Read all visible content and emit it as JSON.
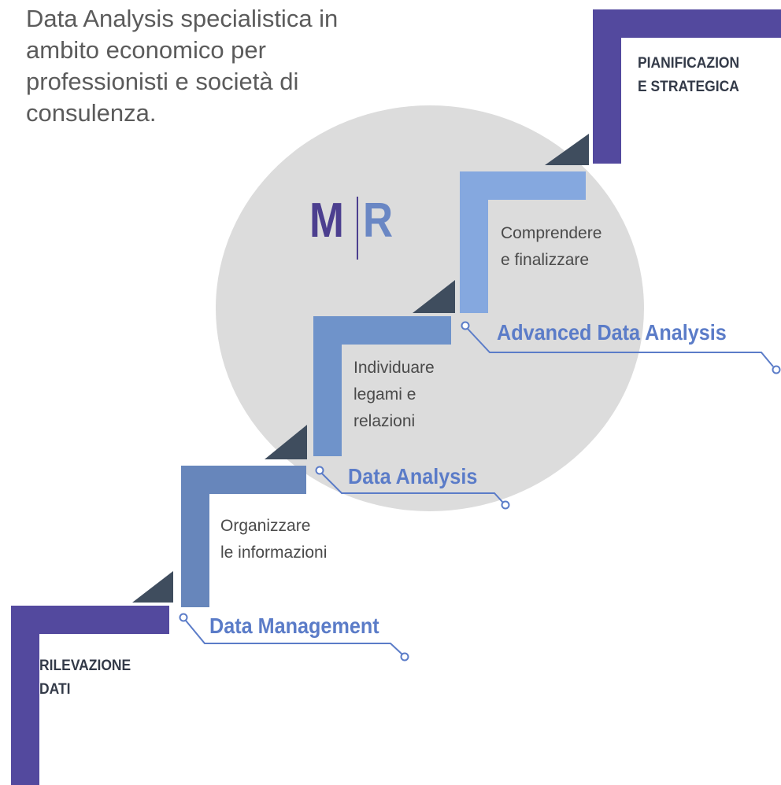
{
  "intro": {
    "lines": [
      "Data Analysis specialistica in",
      "ambito economico per",
      "professionisti e società di",
      "consulenza."
    ]
  },
  "logo": {
    "left": "M",
    "right": "R"
  },
  "stages": {
    "start": {
      "line1": "RILEVAZIONE",
      "line2": "DATI"
    },
    "step1": {
      "line1": "Organizzare",
      "line2": "le informazioni",
      "label": "Data Management"
    },
    "step2": {
      "line1": "Individuare",
      "line2": "legami e",
      "line3": "relazioni",
      "label": "Data Analysis"
    },
    "step3": {
      "line1": "Comprendere",
      "line2": "e finalizzare",
      "label": "Advanced Data Analysis"
    },
    "end": {
      "line1": "PIANIFICAZION",
      "line2": "E STRATEGICA"
    }
  },
  "colors": {
    "background": "#ffffff",
    "circle": "#dcdcdc",
    "dark_purple": "#53499e",
    "step_blue_1": "#6786bb",
    "step_blue_2": "#6f93ca",
    "step_blue_3": "#85a8df",
    "triangle": "#3f4d5e",
    "label_blue": "#5b7cc8",
    "logo_m": "#4c3f8f",
    "logo_r": "#6a87c4"
  }
}
